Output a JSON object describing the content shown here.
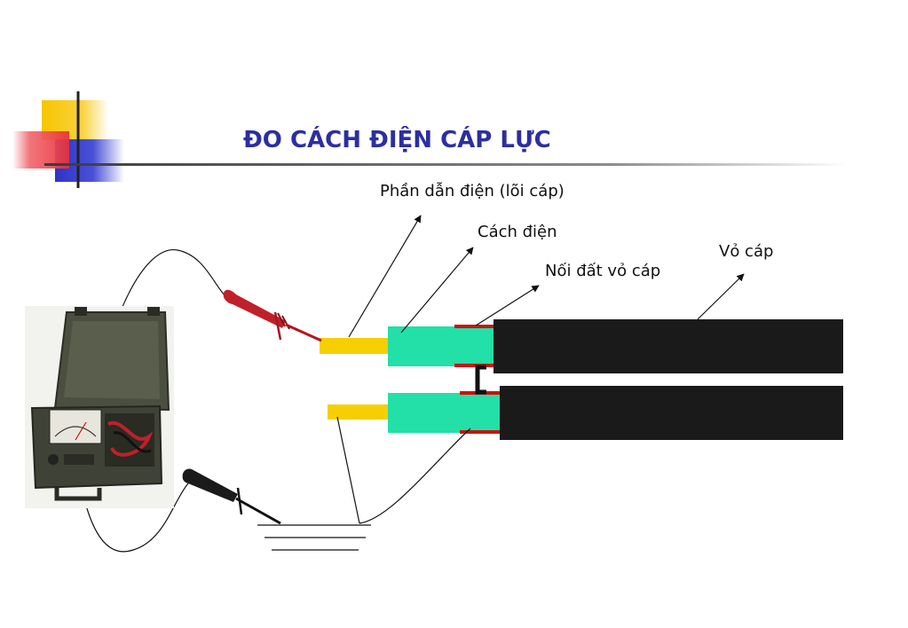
{
  "title": "ĐO CÁCH ĐIỆN CÁP LỰC",
  "labels": {
    "conductor": "Phần dẫn điện (lõi cáp)",
    "insulation": "Cách điện",
    "earthing": "Nối đất vỏ cáp",
    "sheath": "Vỏ cáp"
  },
  "colors": {
    "title": "#2b2fa0",
    "conductor": "#f5cf00",
    "insulation": "#22e0a8",
    "sheath": "#1a1a1a",
    "earth_band": "#cc1111",
    "probe_red": "#c0202a",
    "probe_black": "#1b1b1b",
    "deco_yellow": "#f7c500",
    "deco_blue": "#2d33c9",
    "deco_red": "#e8303a"
  },
  "icons": {
    "tester": "insulation-tester-icon",
    "red_probe": "red-test-probe-icon",
    "black_probe": "black-test-probe-icon",
    "ground": "ground-symbol-icon"
  }
}
